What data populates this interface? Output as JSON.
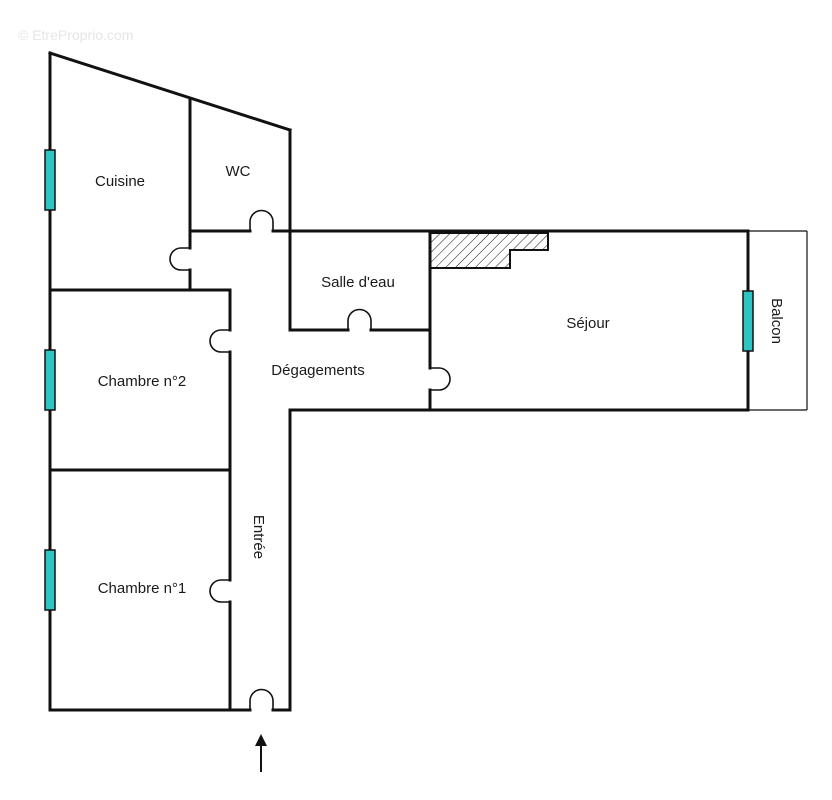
{
  "watermark": "© EtreProprio.com",
  "rooms": {
    "cuisine": "Cuisine",
    "wc": "WC",
    "salle_eau": "Salle d'eau",
    "sejour": "Séjour",
    "balcon": "Balcon",
    "chambre2": "Chambre n°2",
    "degagements": "Dégagements",
    "entree": "Entrée",
    "chambre1": "Chambre n°1"
  },
  "colors": {
    "window": "#2ec4c4",
    "wall": "#111111",
    "hatch": "#111111"
  },
  "icons": {
    "entrance": "up-arrow-icon"
  }
}
